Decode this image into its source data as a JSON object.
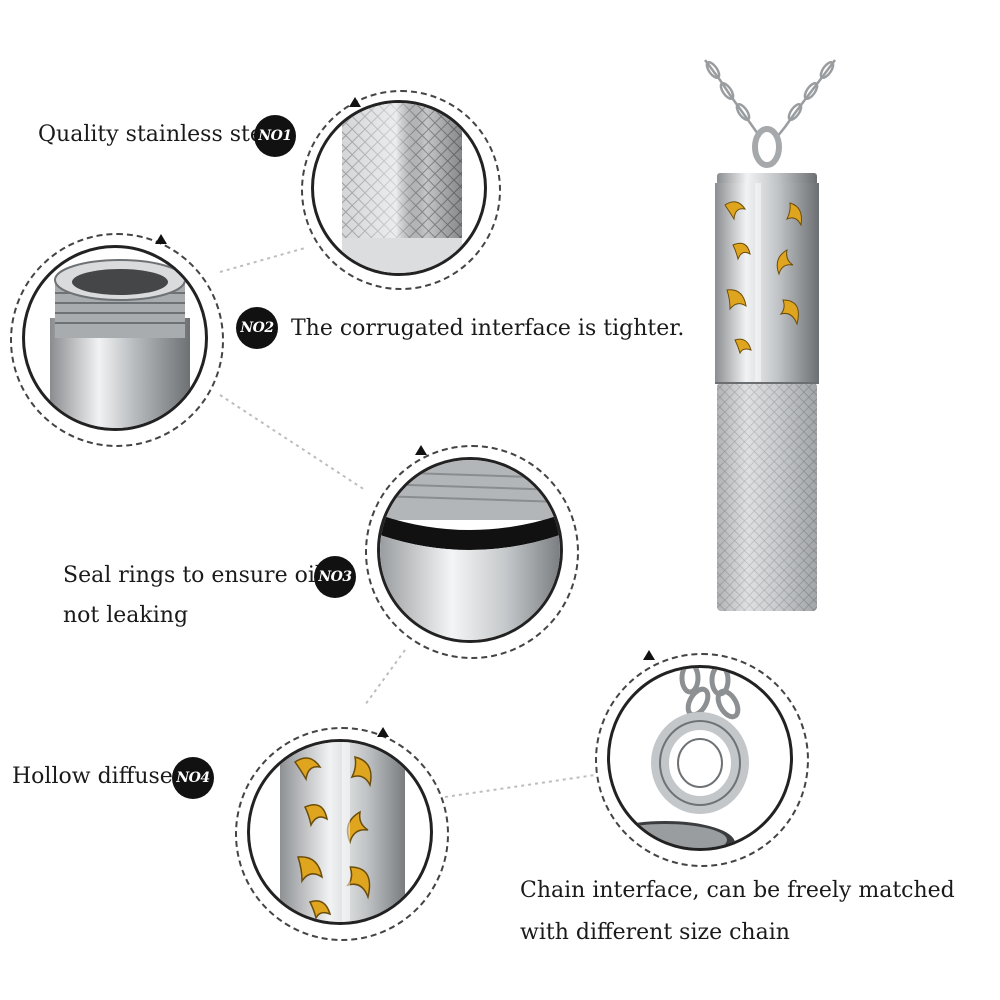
{
  "features": [
    {
      "badge": "NO1",
      "text": "Quality stainless steel"
    },
    {
      "badge": "NO2",
      "text": "The corrugated interface is tighter."
    },
    {
      "badge": "NO3",
      "line1": "Seal rings to ensure oil is",
      "line2": "not leaking"
    },
    {
      "badge": "NO4",
      "text": "Hollow diffuser"
    },
    {
      "line1": "Chain interface, can be freely matched",
      "line2": "with different size chain"
    }
  ],
  "colors": {
    "steel": "#c9cbcd",
    "steel_dark": "#7d8083",
    "gold": "#e0a51f",
    "badge": "#111111"
  }
}
